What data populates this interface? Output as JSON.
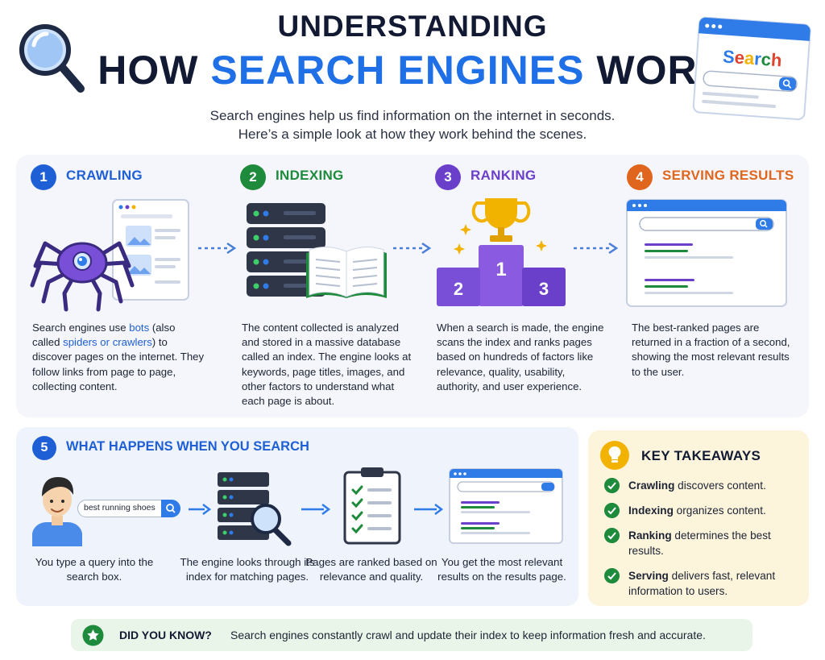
{
  "header": {
    "title_line1": "UNDERSTANDING",
    "title_line2_a": "HOW",
    "title_line2_highlight": "SEARCH ENGINES",
    "title_line2_b": "WORK",
    "subtitle_line1": "Search engines help us find information on the internet in seconds.",
    "subtitle_line2": "Here’s a simple look at how they work behind the scenes.",
    "search_widget_label": "Search"
  },
  "steps": [
    {
      "number": "1",
      "title": "CRAWLING",
      "color": "#1f5fd6",
      "desc_a": "Search engines use ",
      "desc_link1": "bots",
      "desc_b": " (also called ",
      "desc_link2": "spiders or crawlers",
      "desc_c": ") to discover pages on the internet. They follow links from page to page, collecting content."
    },
    {
      "number": "2",
      "title": "INDEXING",
      "color": "#1e8a3c",
      "desc": "The content collected is analyzed and stored in a massive database called an index. The engine looks at keywords, page titles, images, and other factors to understand what each page is about."
    },
    {
      "number": "3",
      "title": "RANKING",
      "color": "#6a3fc9",
      "desc": "When a search is made, the engine scans the index and ranks pages based on hundreds of factors like relevance, quality, usability, authority, and user experience.",
      "podium": [
        "1",
        "2",
        "3"
      ]
    },
    {
      "number": "4",
      "title": "SERVING RESULTS",
      "color": "#e0651d",
      "desc": "The best-ranked pages are returned in a fraction of a second, showing the most relevant results to the user."
    }
  ],
  "flow": {
    "number": "5",
    "title": "WHAT HAPPENS WHEN YOU SEARCH",
    "query": "best running shoes",
    "captions": [
      "You type a query into the search box.",
      "The engine looks through its index for matching pages.",
      "Pages are ranked based on relevance and quality.",
      "You get the most relevant results on the results page."
    ]
  },
  "takeaways": {
    "title": "KEY TAKEAWAYS",
    "items": [
      {
        "bold": "Crawling",
        "rest": " discovers content."
      },
      {
        "bold": "Indexing",
        "rest": " organizes content."
      },
      {
        "bold": "Ranking",
        "rest": " determines the best results."
      },
      {
        "bold": "Serving",
        "rest": " delivers fast, relevant information to users."
      }
    ]
  },
  "did_you_know": {
    "label": "DID YOU KNOW?",
    "text": "Search engines constantly crawl and update their index to keep information fresh and accurate."
  },
  "icons": [
    "magnifier-icon",
    "search-window-icon",
    "spider-bot-icon",
    "server-icon",
    "book-icon",
    "trophy-icon",
    "podium-icon",
    "results-page-icon",
    "user-avatar-icon",
    "checklist-icon",
    "lightbulb-icon",
    "check-icon",
    "star-icon"
  ]
}
